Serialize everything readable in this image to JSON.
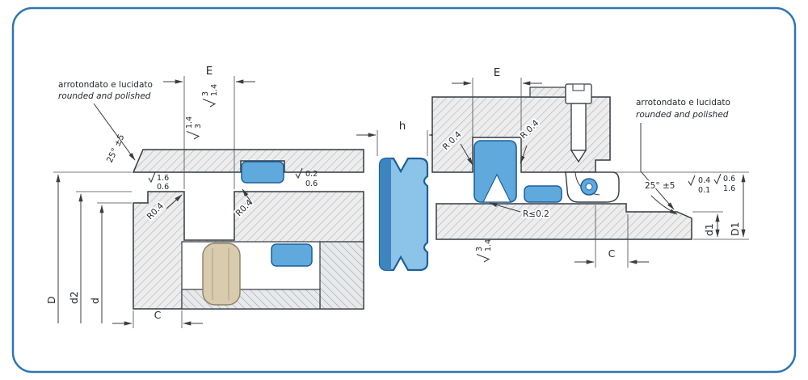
{
  "colors": {
    "border": "#2e75b6",
    "seal": "#5fa9dc",
    "seal_dark": "#1d5f9a",
    "seal_band": "#3c85bf",
    "beige": "#d8cbae",
    "hatch_line": "#a9afb5"
  },
  "left": {
    "note1": "arrotondato e lucidato",
    "note2": "rounded and polished",
    "angle": "25° ±5",
    "e": "E",
    "c": "C",
    "D": "D",
    "d2": "d2",
    "d": "d",
    "r1": "R0.4",
    "r2": "R0.4",
    "rough1_top": "3",
    "rough1_bot": "1.4",
    "rough2_top": "1.4",
    "rough2_bot": "3",
    "bore_top": "1.6",
    "bore_bot": "0.6",
    "groove_top": "0.2",
    "groove_bot": "0.6"
  },
  "center": {
    "h": "h"
  },
  "right": {
    "note1": "arrotondato e lucidato",
    "note2": "rounded and polished",
    "angle": "25° ±5",
    "e": "E",
    "c": "C",
    "d1": "d1",
    "D1": "D1",
    "r1": "R 0.4",
    "r2": "R 0.4",
    "r3": "R≤0.2",
    "rough1_top": "3",
    "rough1_bot": "1.4",
    "end_top": "0.4",
    "end_bot": "0.1",
    "side_top": "0.6",
    "side_bot": "1.6"
  }
}
